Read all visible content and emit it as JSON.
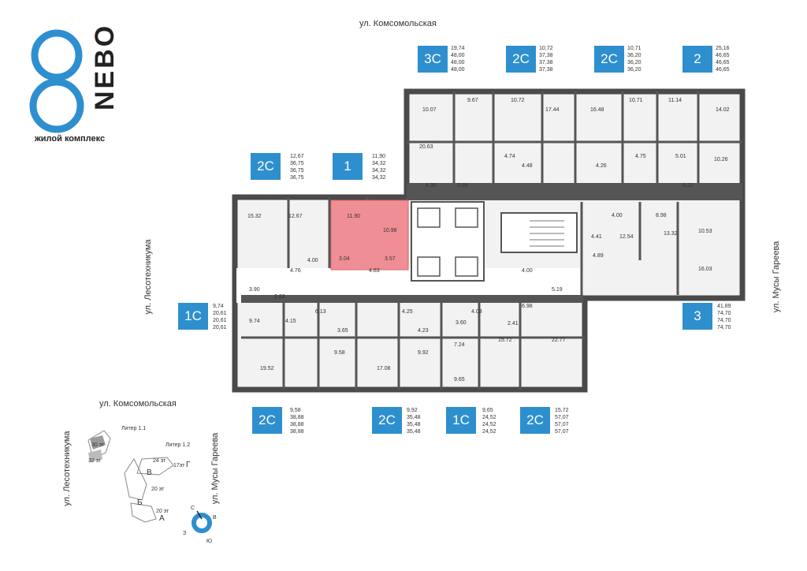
{
  "logo": {
    "name": "NEBO",
    "subtitle": "жилой комплекс"
  },
  "streets": {
    "top": "ул. Комсомольская",
    "left": "ул. Лесотехникума",
    "right": "ул. Мусы Гареева"
  },
  "top_units": [
    {
      "type": "3С",
      "areas": [
        "19,74",
        "48,00",
        "48,00",
        "48,00"
      ]
    },
    {
      "type": "2С",
      "areas": [
        "10,72",
        "37,38",
        "37,38",
        "37,38"
      ]
    },
    {
      "type": "2С",
      "areas": [
        "10,71",
        "36,20",
        "36,20",
        "36,20"
      ]
    },
    {
      "type": "2",
      "areas": [
        "25,16",
        "46,65",
        "46,65",
        "46,65"
      ]
    }
  ],
  "mid_units": [
    {
      "type": "2С",
      "areas": [
        "12,67",
        "36,75",
        "36,75",
        "36,75"
      ]
    },
    {
      "type": "1",
      "areas": [
        "11,90",
        "34,32",
        "34,32",
        "34,32"
      ]
    }
  ],
  "side_units": [
    {
      "type": "1С",
      "areas": [
        "9,74",
        "20,61",
        "20,61",
        "20,61"
      ]
    },
    {
      "type": "3",
      "areas": [
        "41,89",
        "74,70",
        "74,70",
        "74,70"
      ]
    }
  ],
  "bottom_units": [
    {
      "type": "2С",
      "areas": [
        "9,58",
        "38,88",
        "38,88",
        "38,88"
      ]
    },
    {
      "type": "2С",
      "areas": [
        "9,92",
        "35,48",
        "35,48",
        "35,48"
      ]
    },
    {
      "type": "1С",
      "areas": [
        "9,65",
        "24,52",
        "24,52",
        "24,52"
      ]
    },
    {
      "type": "2С",
      "areas": [
        "15,72",
        "57,07",
        "57,07",
        "57,07"
      ]
    }
  ],
  "rooms": [
    "10.07",
    "9.67",
    "10.72",
    "17.44",
    "16.48",
    "10.71",
    "11.14",
    "14.02",
    "20.63",
    "4.74",
    "4.48",
    "4.26",
    "4.75",
    "5.01",
    "10.26",
    "4.35",
    "3.28",
    "6.22",
    "15.32",
    "12.67",
    "11.90",
    "10.98",
    "4.00",
    "8.98",
    "10.53",
    "4.00",
    "3.04",
    "3.57",
    "4.41",
    "12.54",
    "13.32",
    "4.76",
    "4.83",
    "4.89",
    "16.03",
    "4.00",
    "3.90",
    "2.82",
    "5.19",
    "6.98",
    "9.74",
    "4.15",
    "6.13",
    "3.65",
    "4.25",
    "4.03",
    "3.60",
    "2.41",
    "4.23",
    "9.58",
    "17.08",
    "9.92",
    "7.24",
    "15.72",
    "22.77",
    "19.52",
    "9.65"
  ],
  "highlight_color": "#f08e96",
  "accent_color": "#2e8fcf",
  "keyplan": {
    "street": "ул. Комсомольская",
    "street_left": "ул. Лесотехникума",
    "street_right": "ул. Мусы Гареева",
    "liter1": "Литер 1.1",
    "liter2": "Литер 1.2",
    "floors": [
      "30 эт",
      "32 эт",
      "24 эт",
      "17эт",
      "20 эт",
      "20 эт"
    ],
    "sections": [
      "В",
      "Г",
      "Б",
      "А"
    ],
    "compass": [
      "С",
      "В",
      "З",
      "Ю"
    ]
  }
}
